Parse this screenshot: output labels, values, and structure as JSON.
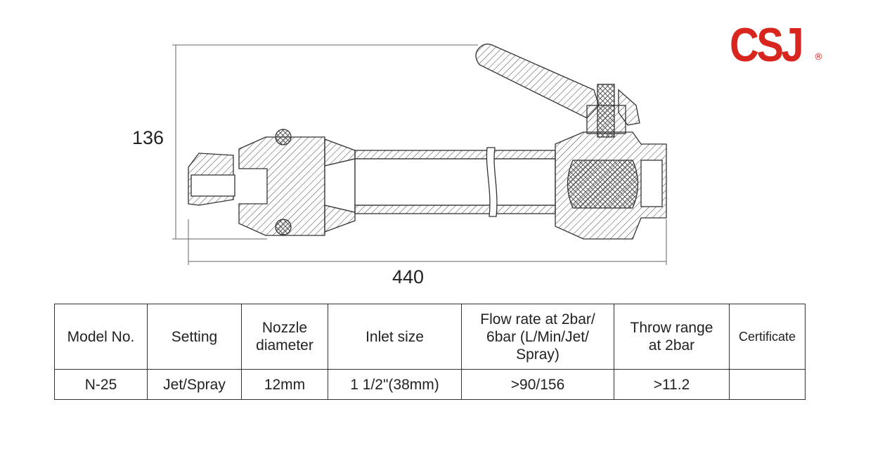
{
  "logo": {
    "text": "CSJ",
    "registered": "®",
    "color": "#d8261f"
  },
  "dimensions": {
    "height": "136",
    "length": "440"
  },
  "table": {
    "headers": [
      "Model No.",
      "Setting",
      "Nozzle\ndiameter",
      "Inlet size",
      "Flow rate at 2bar/\n6bar (L/Min/Jet/\nSpray)",
      "Throw range\nat 2bar",
      "Certificate"
    ],
    "rows": [
      [
        "N-25",
        "Jet/Spray",
        "12mm",
        "1 1/2\"(38mm)",
        ">90/156",
        ">11.2",
        ""
      ]
    ]
  }
}
